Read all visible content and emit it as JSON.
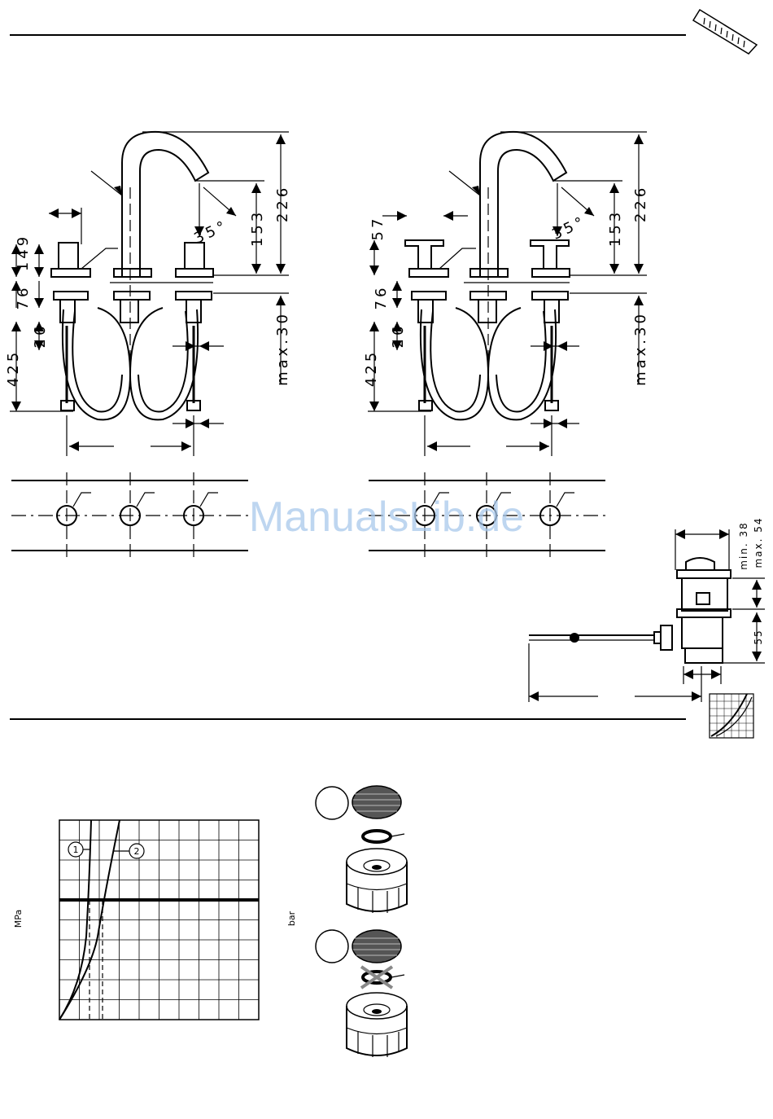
{
  "left_faucet": {
    "dim_149": "149",
    "dim_76": "76",
    "dim_425": "425",
    "dim_26": "26",
    "dim_35": "35°",
    "dim_153": "153",
    "dim_226": "226",
    "dim_max30": "max.30"
  },
  "right_faucet": {
    "dim_57": "57",
    "dim_76": "76",
    "dim_425": "425",
    "dim_26": "26",
    "dim_35": "35°",
    "dim_153": "153",
    "dim_226": "226",
    "dim_max30": "max.30"
  },
  "drain": {
    "dim_min38": "min. 38",
    "dim_max54": "max. 54",
    "dim_55": "55"
  },
  "chart": {
    "ylabel": "MPa",
    "marker_1": "1",
    "marker_2": "2"
  },
  "aerator": {
    "ylabel": "bar"
  },
  "watermark": "ManualsLib.de"
}
